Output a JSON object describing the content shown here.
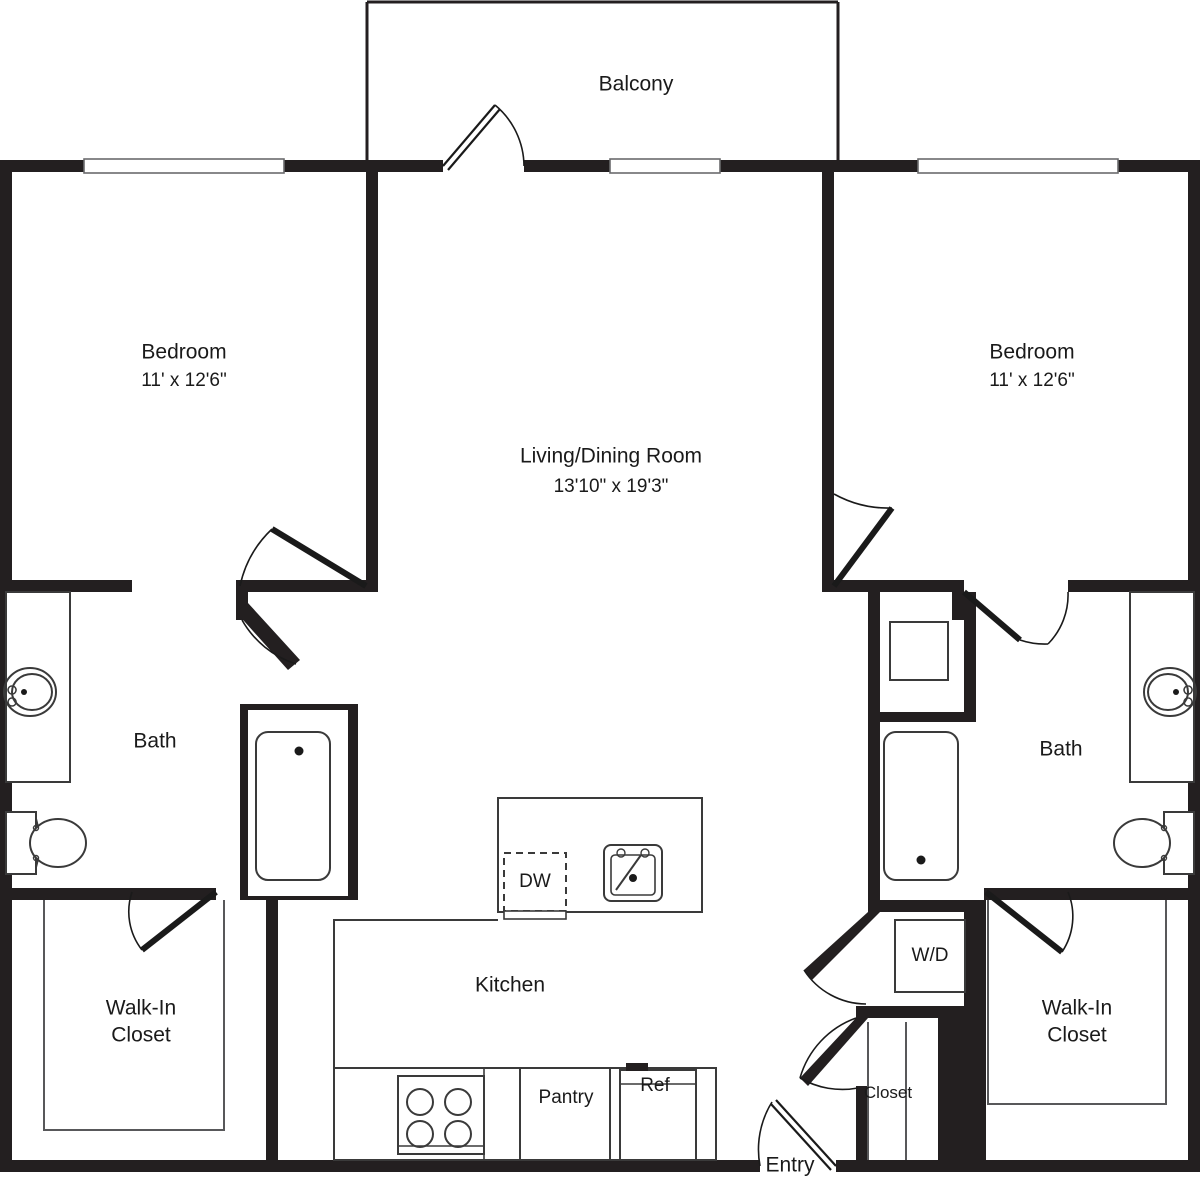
{
  "plan": {
    "title": "Two Bedroom Two Bath Apartment Floor Plan",
    "line_color": "#1a1a1a",
    "wall_color": "#231f20",
    "fixture_line_color": "#3a3a3a",
    "background": "#ffffff"
  },
  "rooms": [
    {
      "id": "balcony",
      "name": "Balcony",
      "dimensions": ""
    },
    {
      "id": "bedroom_left",
      "name": "Bedroom",
      "dimensions": "11' x 12'6\""
    },
    {
      "id": "bedroom_right",
      "name": "Bedroom",
      "dimensions": "11' x 12'6\""
    },
    {
      "id": "living",
      "name": "Living/Dining Room",
      "dimensions": "13'10\" x 19'3\""
    },
    {
      "id": "bath_left",
      "name": "Bath",
      "dimensions": ""
    },
    {
      "id": "bath_right",
      "name": "Bath",
      "dimensions": ""
    },
    {
      "id": "wic_left",
      "name": "Walk-In Closet",
      "dimensions": ""
    },
    {
      "id": "wic_right",
      "name": "Walk-In Closet",
      "dimensions": ""
    },
    {
      "id": "kitchen",
      "name": "Kitchen",
      "dimensions": ""
    },
    {
      "id": "entry",
      "name": "Entry",
      "dimensions": ""
    },
    {
      "id": "closet",
      "name": "Closet",
      "dimensions": ""
    }
  ],
  "labels": {
    "balcony": "Balcony",
    "bedroom_left_name": "Bedroom",
    "bedroom_left_dim": "11' x 12'6\"",
    "bedroom_right_name": "Bedroom",
    "bedroom_right_dim": "11' x 12'6\"",
    "living_name": "Living/Dining Room",
    "living_dim": "13'10\" x 19'3\"",
    "bath_left": "Bath",
    "bath_right": "Bath",
    "wic_left_line1": "Walk-In",
    "wic_left_line2": "Closet",
    "wic_right_line1": "Walk-In",
    "wic_right_line2": "Closet",
    "kitchen": "Kitchen",
    "entry": "Entry",
    "closet": "Closet"
  },
  "fixtures": {
    "dishwasher": "DW",
    "sink": "sink",
    "pantry": "Pantry",
    "refrigerator": "Ref",
    "range": "range-cooktop",
    "washer_dryer": "W/D",
    "tub_left": "bathtub",
    "tub_right": "bathtub",
    "toilet_left": "toilet",
    "toilet_right": "toilet",
    "vanity_left": "vanity-sink",
    "vanity_right": "vanity-sink",
    "linen_right": "linen-cabinet"
  },
  "openings": {
    "windows": [
      "bedroom-left-window",
      "living-balcony-window",
      "bedroom-right-window"
    ],
    "doors": [
      "balcony-door",
      "bedroom-left-door",
      "bath-left-door",
      "wic-left-door",
      "bedroom-right-door",
      "bath-right-door",
      "wic-right-door",
      "laundry-door",
      "closet-door",
      "entry-door"
    ]
  }
}
